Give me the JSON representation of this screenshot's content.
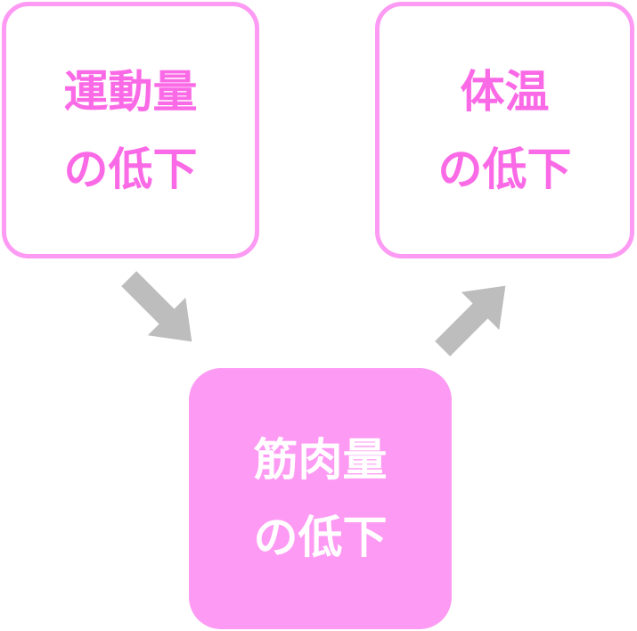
{
  "diagram": {
    "background": "#ffffff",
    "colors": {
      "box_border_pink": "#fd9af3",
      "box_fill_pink": "#fd9af3",
      "text_pink": "#fb6ae6",
      "text_white": "#ffffff",
      "arrow_gray": "#bdbdbd"
    },
    "nodes": [
      {
        "id": "exercise",
        "line1": "運動量",
        "line2": "の低下",
        "style": "outlined"
      },
      {
        "id": "body-temp",
        "line1": "体温",
        "line2": "の低下",
        "style": "outlined"
      },
      {
        "id": "muscle",
        "line1": "筋肉量",
        "line2": "の低下",
        "style": "filled"
      }
    ],
    "arrows": [
      {
        "id": "exercise-to-muscle",
        "from": "exercise",
        "to": "muscle",
        "direction": "down-right"
      },
      {
        "id": "muscle-to-body-temp",
        "from": "muscle",
        "to": "body-temp",
        "direction": "up-right"
      }
    ]
  }
}
